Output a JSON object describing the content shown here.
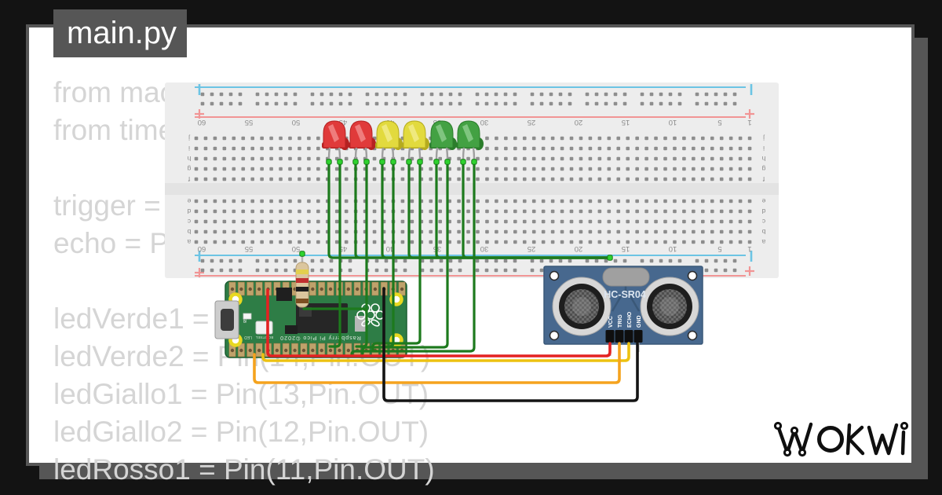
{
  "tab": {
    "label": "main.py"
  },
  "code": {
    "lines": [
      "from mac",
      "from time",
      "",
      "trigger = P",
      "echo = Pin",
      "",
      "ledVerde1 = P",
      "ledVerde2 = Pin(14,Pin.OUT)",
      "ledGiallo1 = Pin(13,Pin.OUT)",
      "ledGiallo2 = Pin(12,Pin.OUT)",
      "ledRosso1 = Pin(11,Pin.OUT)"
    ]
  },
  "logo": {
    "text": "WOKWI"
  },
  "breadboard": {
    "column_labels": [
      "60",
      "55",
      "50",
      "45",
      "40",
      "35",
      "30",
      "25",
      "20",
      "15",
      "10",
      "5",
      "1"
    ],
    "row_labels_top": [
      "j",
      "i",
      "h",
      "g",
      "f"
    ],
    "row_labels_bottom": [
      "e",
      "d",
      "c",
      "b",
      "a"
    ]
  },
  "leds": {
    "order": [
      "red",
      "red",
      "yellow",
      "yellow",
      "green",
      "green"
    ]
  },
  "pico": {
    "board_label": "Raspberry Pi Pico ©2020",
    "bootsel_label": "BOOTSEL",
    "led_label": "LED",
    "usb_label": "USB"
  },
  "sensor": {
    "name": "HC-SR04",
    "pin_labels": [
      "VCC",
      "TRIG",
      "ECHO",
      "GND"
    ]
  },
  "resistor": {
    "band_colors": [
      "#e3cf4e",
      "#c03030",
      "#1e1e1e",
      "#7c4f22"
    ]
  },
  "colors": {
    "background": "#131313",
    "card": "#ffffff",
    "chrome": "#565656",
    "code_text": "#d5d5d5",
    "breadboard_body": "#ededed",
    "breadboard_divider": "#e3e3e3",
    "hole": "#8d8d8d",
    "label": "#8a8a8a",
    "rail_blue": "#6cc4e4",
    "rail_red": "#f19595",
    "pico_green": "#2e7d46",
    "pico_edge": "#1b5e31",
    "pad": "#bfa26b",
    "pad_hole": "#6b5334",
    "mount_ring": "#e8d820",
    "sensor_blue": "#47688e",
    "sensor_edge": "#3a5878",
    "transducer_rim": "#d7d7d7",
    "transducer_dark": "#1e1e1e",
    "wire_green": "#1d7a1d",
    "wire_red": "#e32222",
    "wire_yellow": "#edc211",
    "wire_orange": "#f5a31e",
    "wire_black": "#141414",
    "dot_green": "#2fd32f",
    "led_red": "#e03a3a",
    "led_red_dark": "#b52222",
    "led_yellow": "#e2da3e",
    "led_yellow_dark": "#b5ab1e",
    "led_green": "#43a143",
    "led_green_dark": "#2b7d2b",
    "resistor_body": "#dbc69e",
    "logo_ink": "#0f0f0f"
  }
}
